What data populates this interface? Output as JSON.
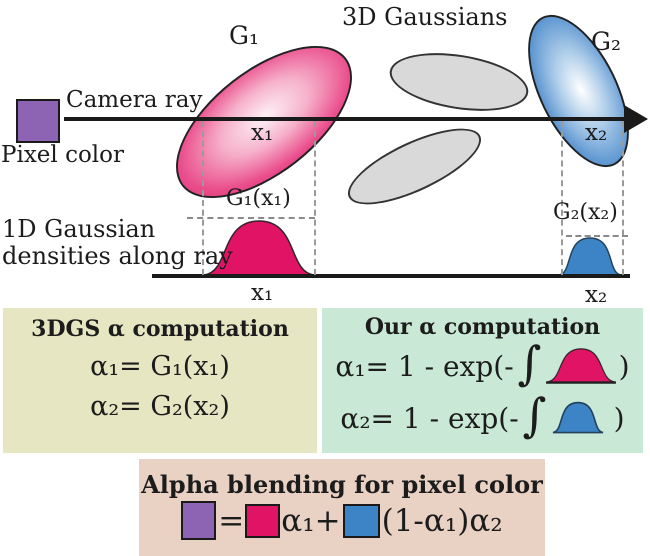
{
  "colors": {
    "crimson": "#e01364",
    "blue": "#3d84c6",
    "purple": "#8d63b3",
    "gray_gaussian": "#d9d9d9",
    "gs_box_bg": "#e6e6c2",
    "ours_box_bg": "#c9e9d6",
    "blend_box_bg": "#e9d1c3",
    "ink": "#1c1c1c"
  },
  "top": {
    "title": "3D Gaussians",
    "camera_ray_label": "Camera ray",
    "pixel_color_label": "Pixel color",
    "g1_label": "G₁",
    "g2_label": "G₂",
    "x1_label": "x₁",
    "x2_label": "x₂"
  },
  "density": {
    "label_line1": "1D Gaussian",
    "label_line2": "densities along ray",
    "g1x1_label": "G₁(x₁)",
    "g2x2_label": "G₂(x₂)",
    "x1_label": "x₁",
    "x2_label": "x₂"
  },
  "boxes": {
    "gs": {
      "title": "3DGS α computation",
      "eq1": "α₁= G₁(x₁)",
      "eq2": "α₂= G₂(x₂)"
    },
    "ours": {
      "title": "Our α computation",
      "eq1_prefix": "α₁= 1 - exp(-",
      "eq2_prefix": "α₂= 1 - exp(-",
      "integral": "∫",
      "close_paren": ")"
    },
    "blend": {
      "title": "Alpha blending for pixel color",
      "equals": "=",
      "term1": "α₁+",
      "term2": "(1-α₁)α₂"
    }
  }
}
